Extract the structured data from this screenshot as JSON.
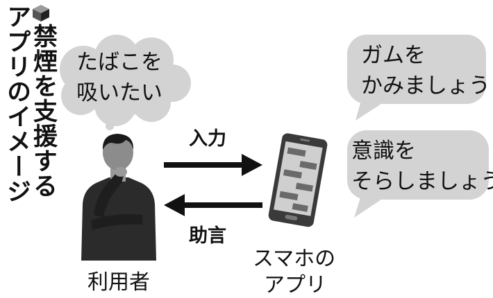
{
  "title": {
    "line1": "禁煙を支援する",
    "line2": "アプリのイメージ"
  },
  "user_thought": [
    "たばこを",
    "吸いたい"
  ],
  "app_advice": [
    [
      "ガムを",
      "かみましょう"
    ],
    [
      "意識を",
      "そらしましょう"
    ]
  ],
  "arrows": {
    "input_label": "入力",
    "advice_label": "助言"
  },
  "labels": {
    "user": "利用者",
    "app_line1": "スマホの",
    "app_line2": "アプリ"
  },
  "icons": {
    "title_marker": "cube-icon",
    "user": "person-thinking-icon",
    "app": "smartphone-icon"
  },
  "colors": {
    "bubble": "#d3d3d3",
    "ink": "#111111",
    "figure": "#2b2b2b"
  }
}
